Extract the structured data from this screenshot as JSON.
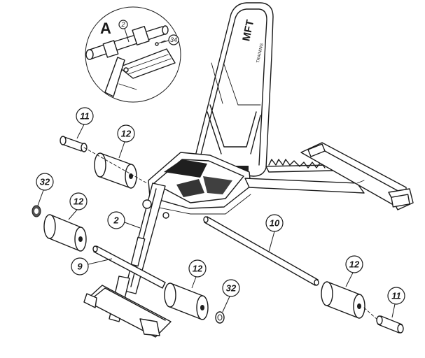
{
  "detail": {
    "letter": "A",
    "callouts": [
      "2",
      "34"
    ]
  },
  "callouts": {
    "c11_top": "11",
    "c12_top": "12",
    "c32_left": "32",
    "c12_left": "12",
    "c2": "2",
    "c9": "9",
    "c10": "10",
    "c12_mid": "12",
    "c32_mid": "32",
    "c12_right": "12",
    "c11_right": "11"
  },
  "brand": {
    "logo": "MFT",
    "sub": "TRAINING"
  }
}
